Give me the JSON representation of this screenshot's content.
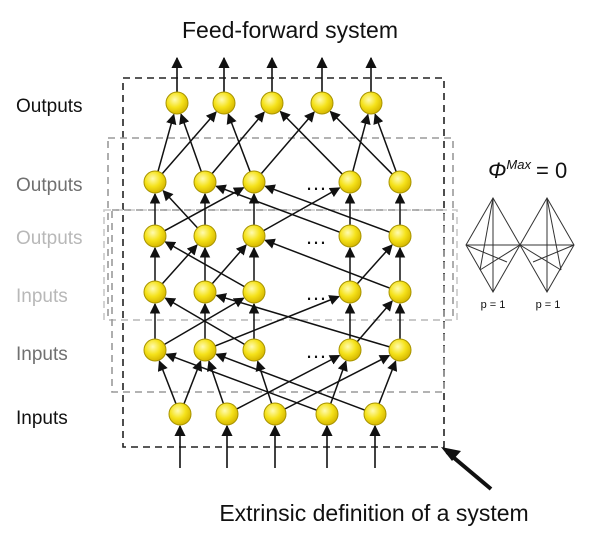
{
  "title": "Feed-forward system",
  "caption": "Extrinsic definition of a system",
  "row_labels": [
    "Outputs",
    "Outputs",
    "Outputs",
    "Inputs",
    "Inputs",
    "Inputs"
  ],
  "ellipsis": "…",
  "phi": {
    "symbol": "Φ",
    "superscript": "Max",
    "value_text": "= 0"
  },
  "probabilities": [
    "p = 1",
    "p = 1"
  ],
  "colors": {
    "node_fill": "#f5e21a",
    "node_stroke": "#a89400",
    "edge": "#111111",
    "outer_box": "#222222",
    "inner_box_dark": "#9a9a9a",
    "inner_box_light": "#c8c8c8",
    "label_black": "#111111",
    "label_dark_gray": "#707070",
    "label_light_gray": "#b8b8b8"
  }
}
